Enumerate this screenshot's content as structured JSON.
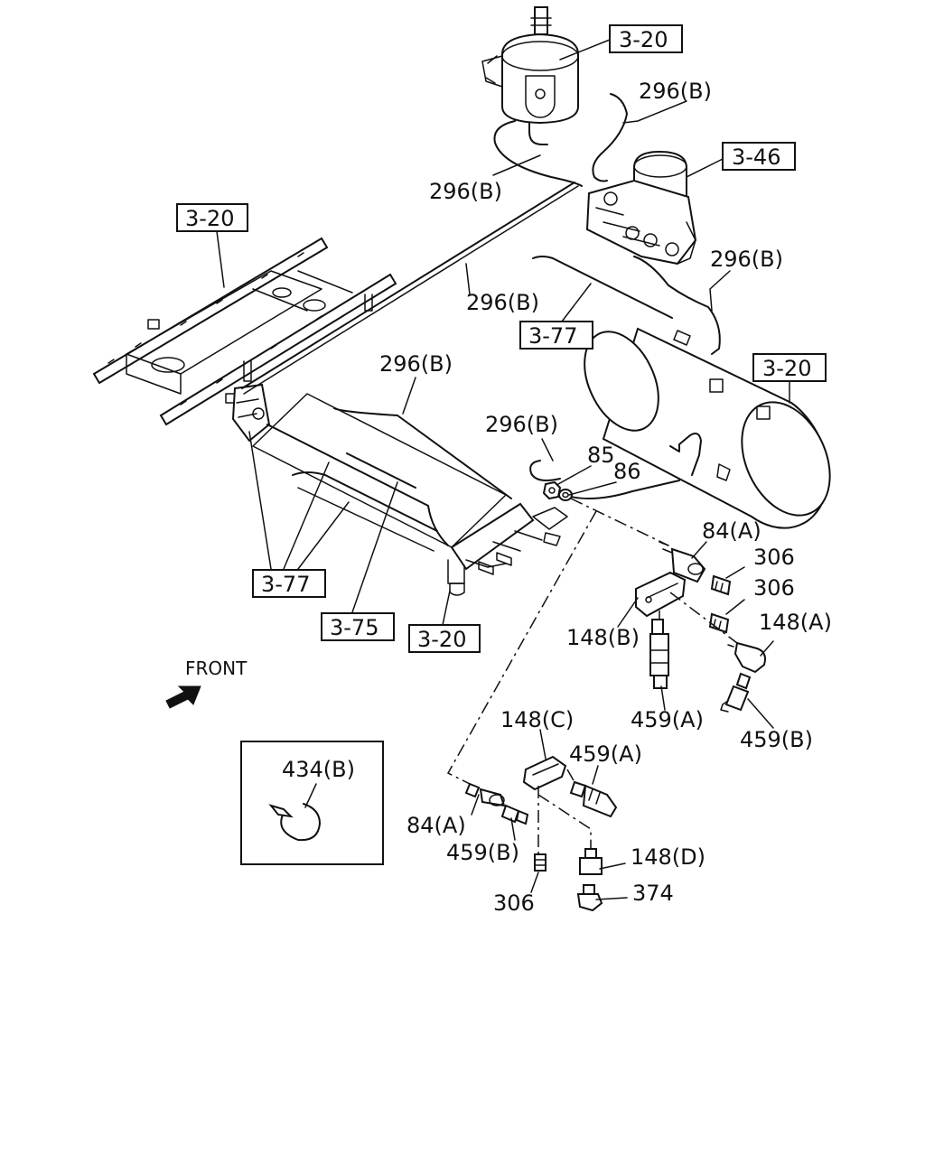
{
  "colors": {
    "line": "#111111",
    "background": "#ffffff"
  },
  "labels": {
    "ref_320_top": "3-20",
    "ref_346": "3-46",
    "ref_320_frame": "3-20",
    "ref_320_tank": "3-20",
    "ref_377_mid": "3-77",
    "ref_377_left": "3-77",
    "ref_375": "3-75",
    "ref_320_bottom": "3-20",
    "pipe_296b_1": "296(B)",
    "pipe_296b_2": "296(B)",
    "pipe_296b_3": "296(B)",
    "pipe_296b_4": "296(B)",
    "pipe_296b_5": "296(B)",
    "pipe_296b_6": "296(B)",
    "part_85": "85",
    "part_86": "86",
    "part_84a_1": "84(A)",
    "part_306_1": "306",
    "part_306_2": "306",
    "part_148a": "148(A)",
    "part_148b": "148(B)",
    "part_459a_1": "459(A)",
    "part_459b_1": "459(B)",
    "part_148c": "148(C)",
    "part_459a_2": "459(A)",
    "part_84a_2": "84(A)",
    "part_459b_2": "459(B)",
    "part_148d": "148(D)",
    "part_306_3": "306",
    "part_374": "374",
    "part_434b": "434(B)",
    "front": "FRONT"
  }
}
